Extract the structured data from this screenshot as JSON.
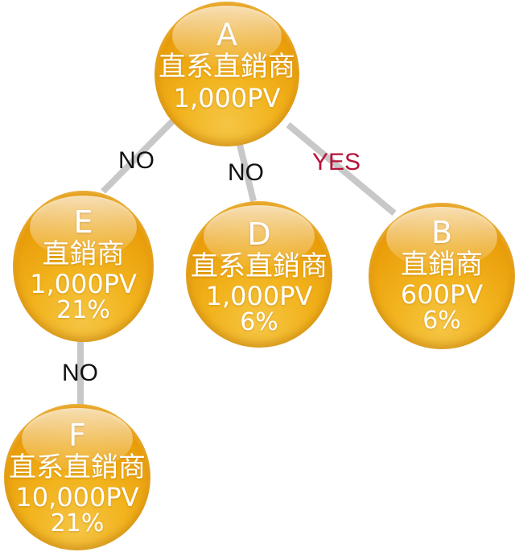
{
  "colors": {
    "node_fill": "#f2b31d",
    "edge": "#c8c8c8",
    "yes_label": "#b7133a",
    "no_label": "#111111"
  },
  "nodes": {
    "a": {
      "letter": "A",
      "role": "直系直銷商",
      "pv": "1,000PV"
    },
    "e": {
      "letter": "E",
      "role": "直銷商",
      "pv": "1,000PV",
      "pct": "21%"
    },
    "d": {
      "letter": "D",
      "role": "直系直銷商",
      "pv": "1,000PV",
      "pct": "6%"
    },
    "b": {
      "letter": "B",
      "role": "直銷商",
      "pv": "600PV",
      "pct": "6%"
    },
    "f": {
      "letter": "F",
      "role": "直系直銷商",
      "pv": "10,000PV",
      "pct": "21%"
    }
  },
  "edges": {
    "a_e": "NO",
    "a_d": "NO",
    "a_b": "YES",
    "e_f": "NO"
  }
}
